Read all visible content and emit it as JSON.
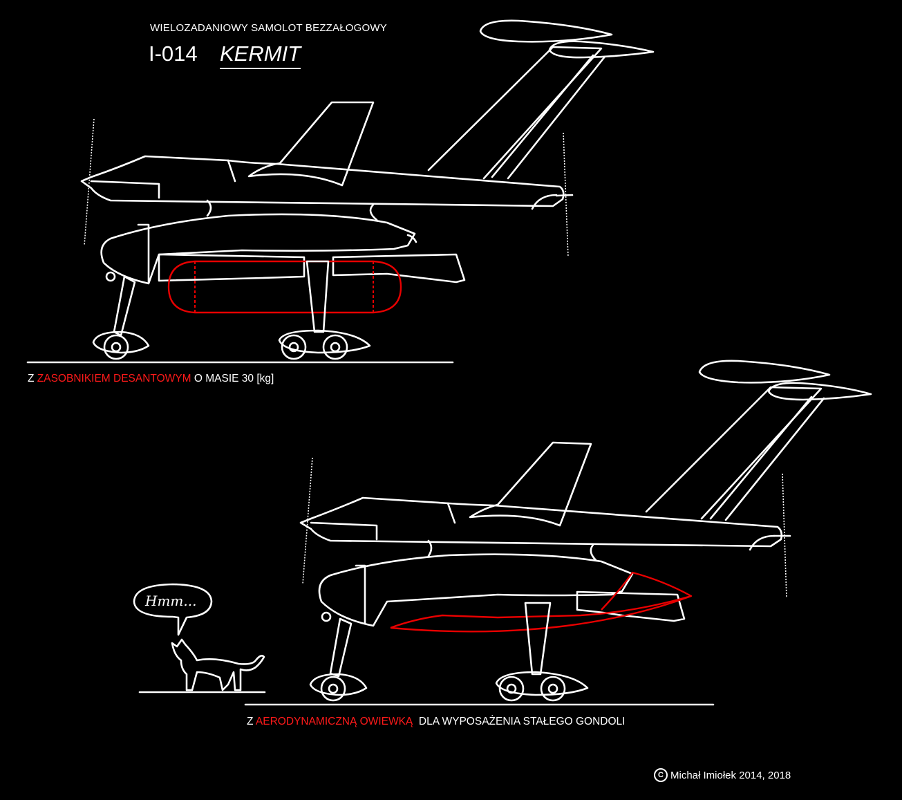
{
  "header": {
    "subtitle": "WIELOZADANIOWY SAMOLOT BEZZAŁOGOWY",
    "code": "I-014",
    "name": "KERMIT"
  },
  "captions": {
    "top": {
      "prefix": "Z ",
      "highlight": "ZASOBNIKIEM DESANTOWYM",
      "suffix": " O MASIE 30 [kg]"
    },
    "bottom": {
      "prefix": "Z ",
      "highlight": "AERODYNAMICZNĄ OWIEWKĄ",
      "suffix": "  DLA WYPOSAŻENIA STAŁEGO GONDOLI"
    }
  },
  "speech_bubble": {
    "text": "Hmm..."
  },
  "copyright": {
    "symbol": "C",
    "text": "Michał Imiołek 2014, 2018"
  },
  "colors": {
    "background": "#000000",
    "line": "#ffffff",
    "highlight": "#e80000"
  }
}
